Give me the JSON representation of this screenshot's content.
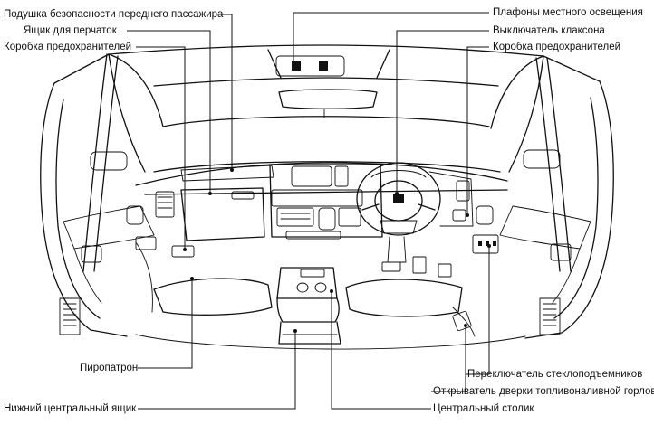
{
  "labels": {
    "airbag": "Подушка безопасности переднего пассажира",
    "glovebox": "Ящик для перчаток",
    "fusebox_left": "Коробка предохранителей",
    "ceiling_lights": "Плафоны местного освещения",
    "horn_switch": "Выключатель клаксона",
    "fusebox_right": "Коробка предохранителей",
    "squib": "Пиропатрон",
    "lower_center_box": "Нижний центральный ящик",
    "window_switch": "Переключатель стеклоподъемников",
    "fuel_door_opener": "Открыватель дверки топливоналивной горловины",
    "center_table": "Центральный столик"
  }
}
